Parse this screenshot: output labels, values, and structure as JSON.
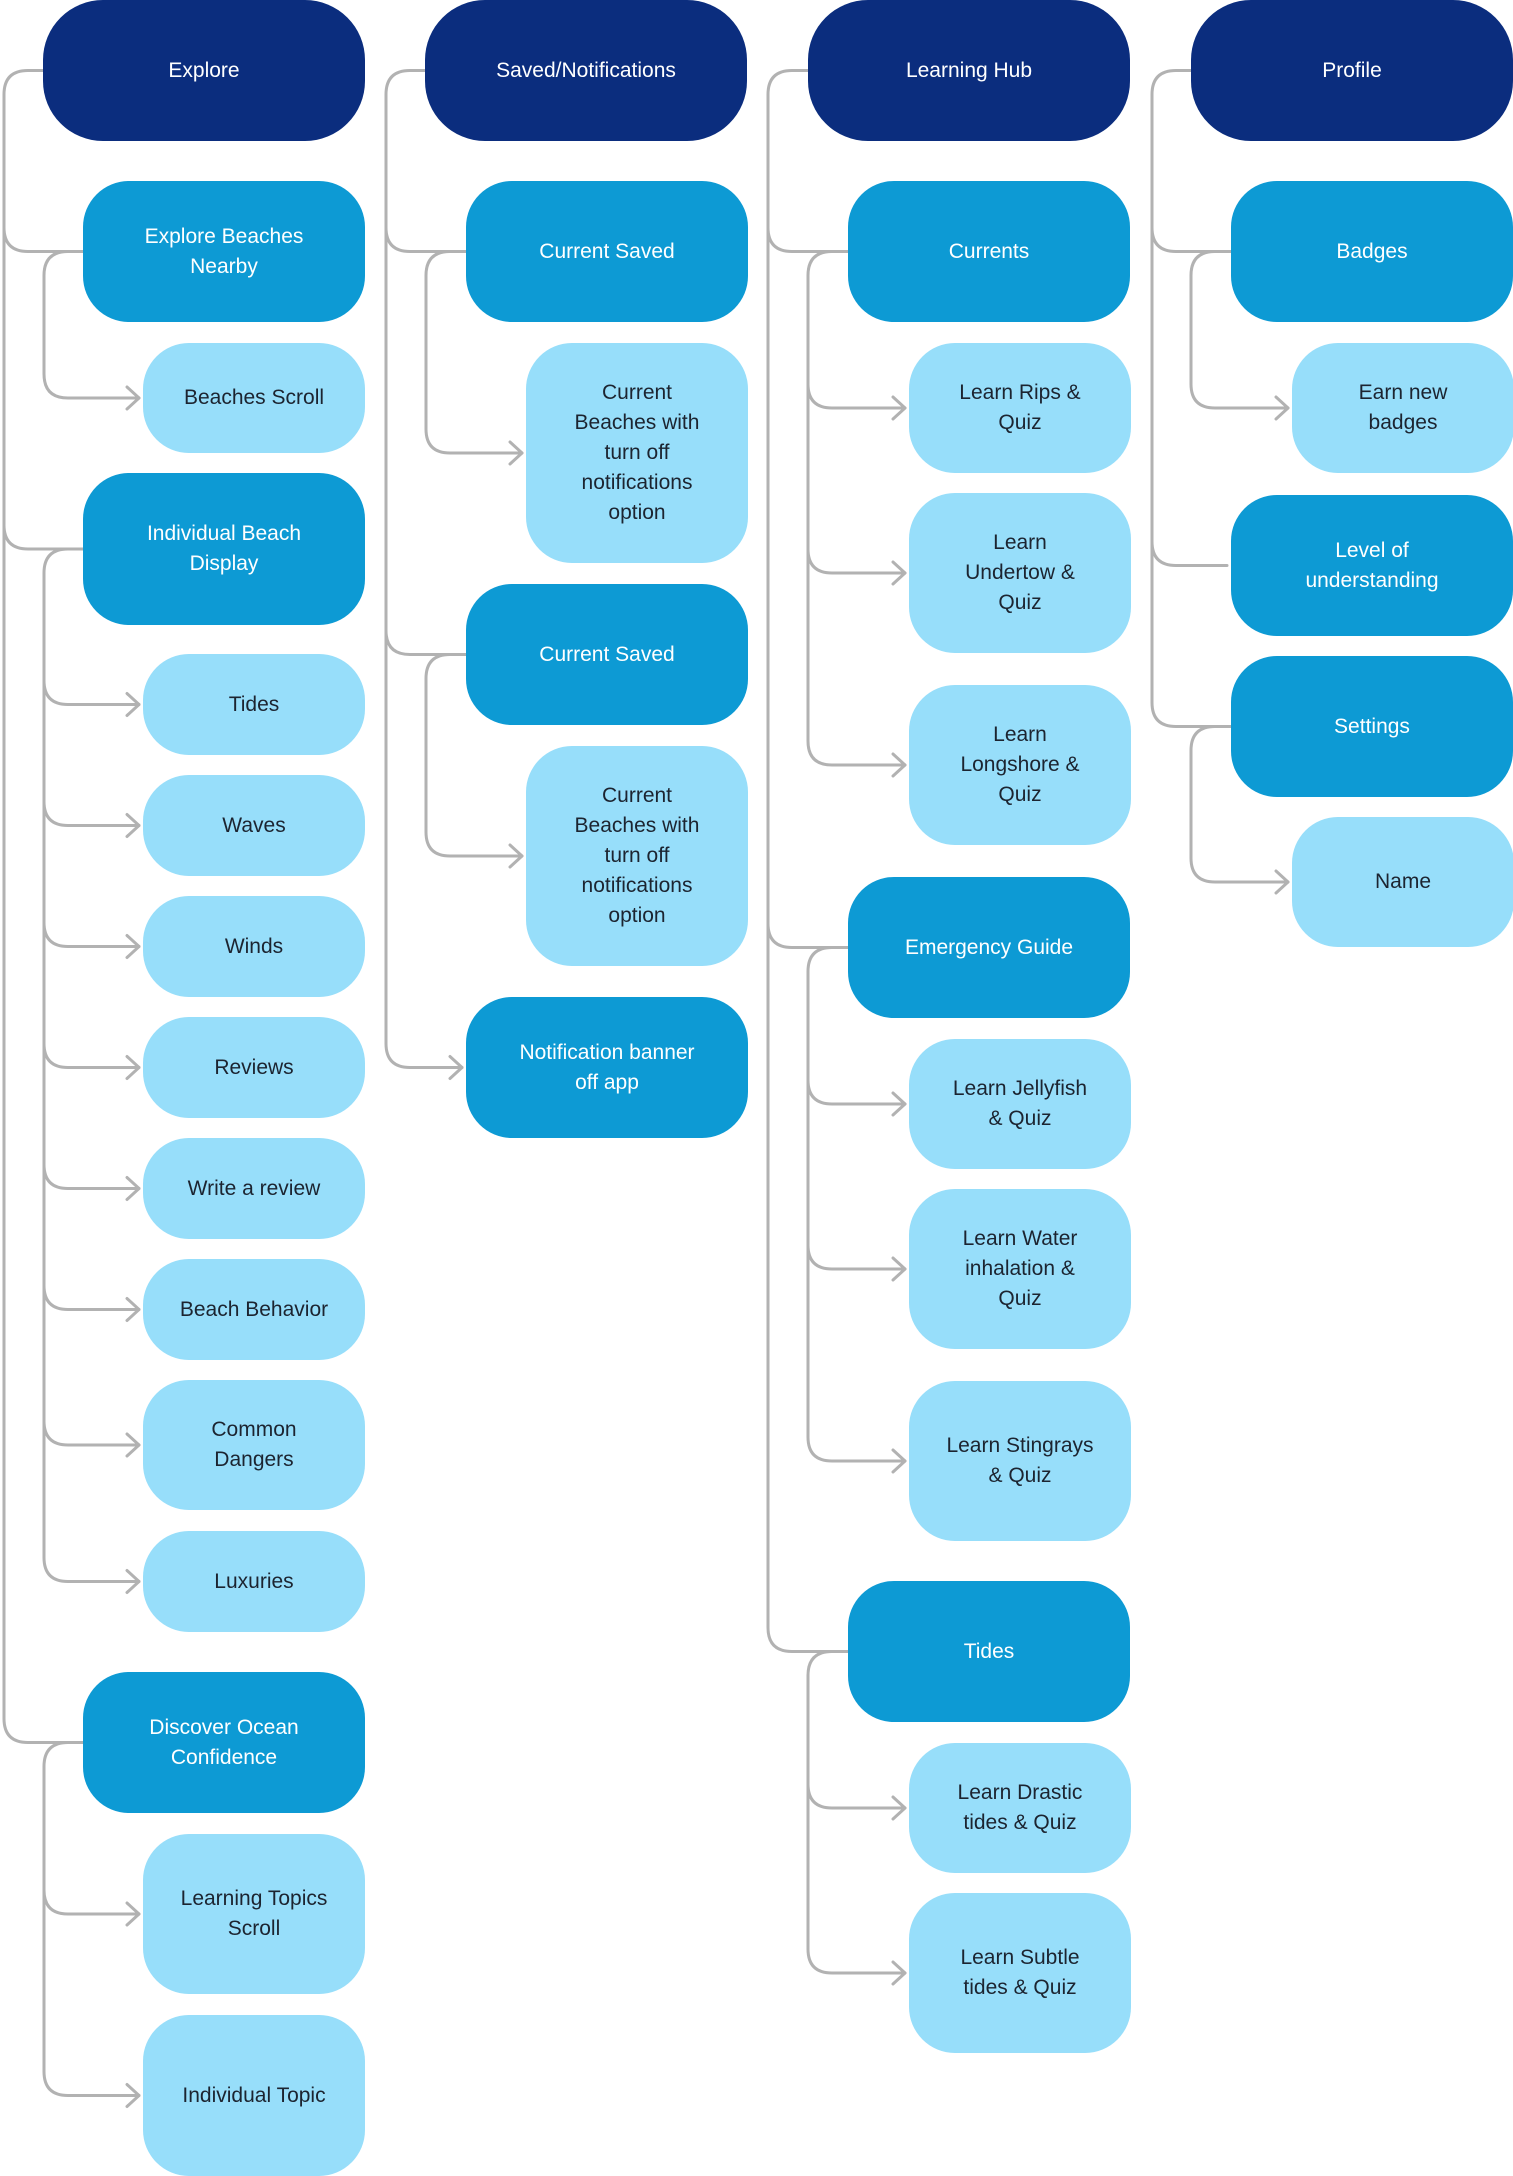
{
  "colors": {
    "level1": "#0b2d7e",
    "level2": "#0d9ad4",
    "level3": "#97defa",
    "connector": "#b2b2b2"
  },
  "icons": {
    "connector_arrow": "chevron-right-arrowhead"
  },
  "columns": [
    {
      "label": "Explore",
      "groups": [
        {
          "label": "Explore Beaches\nNearby",
          "children": [
            "Beaches Scroll"
          ]
        },
        {
          "label": "Individual Beach\nDisplay",
          "children": [
            "Tides",
            "Waves",
            "Winds",
            "Reviews",
            "Write a review",
            "Beach Behavior",
            "Common\nDangers",
            "Luxuries"
          ]
        },
        {
          "label": "Discover Ocean\nConfidence",
          "children": [
            "Learning Topics\nScroll",
            "Individual Topic"
          ]
        }
      ]
    },
    {
      "label": "Saved/Notifications",
      "groups": [
        {
          "label": "Current Saved",
          "children": [
            "Current\nBeaches  with\nturn off\nnotifications\noption"
          ]
        },
        {
          "label": "Current Saved",
          "children": [
            "Current\nBeaches  with\nturn off\nnotifications\noption"
          ]
        },
        {
          "label": "Notification banner\noff app",
          "children": []
        }
      ]
    },
    {
      "label": "Learning Hub",
      "groups": [
        {
          "label": "Currents",
          "children": [
            "Learn Rips &\nQuiz",
            "Learn\nUndertow &\nQuiz",
            "Learn\nLongshore &\nQuiz"
          ]
        },
        {
          "label": "Emergency Guide",
          "children": [
            "Learn Jellyfish\n& Quiz",
            "Learn Water\ninhalation &\nQuiz",
            "Learn Stingrays\n& Quiz"
          ]
        },
        {
          "label": "Tides",
          "children": [
            "Learn Drastic\ntides & Quiz",
            "Learn Subtle\ntides & Quiz"
          ]
        }
      ]
    },
    {
      "label": "Profile",
      "groups": [
        {
          "label": "Badges",
          "children": [
            "Earn new\nbadges"
          ]
        },
        {
          "label": "Level of\nunderstanding",
          "children": []
        },
        {
          "label": "Settings",
          "children": [
            "Name"
          ]
        }
      ]
    }
  ]
}
